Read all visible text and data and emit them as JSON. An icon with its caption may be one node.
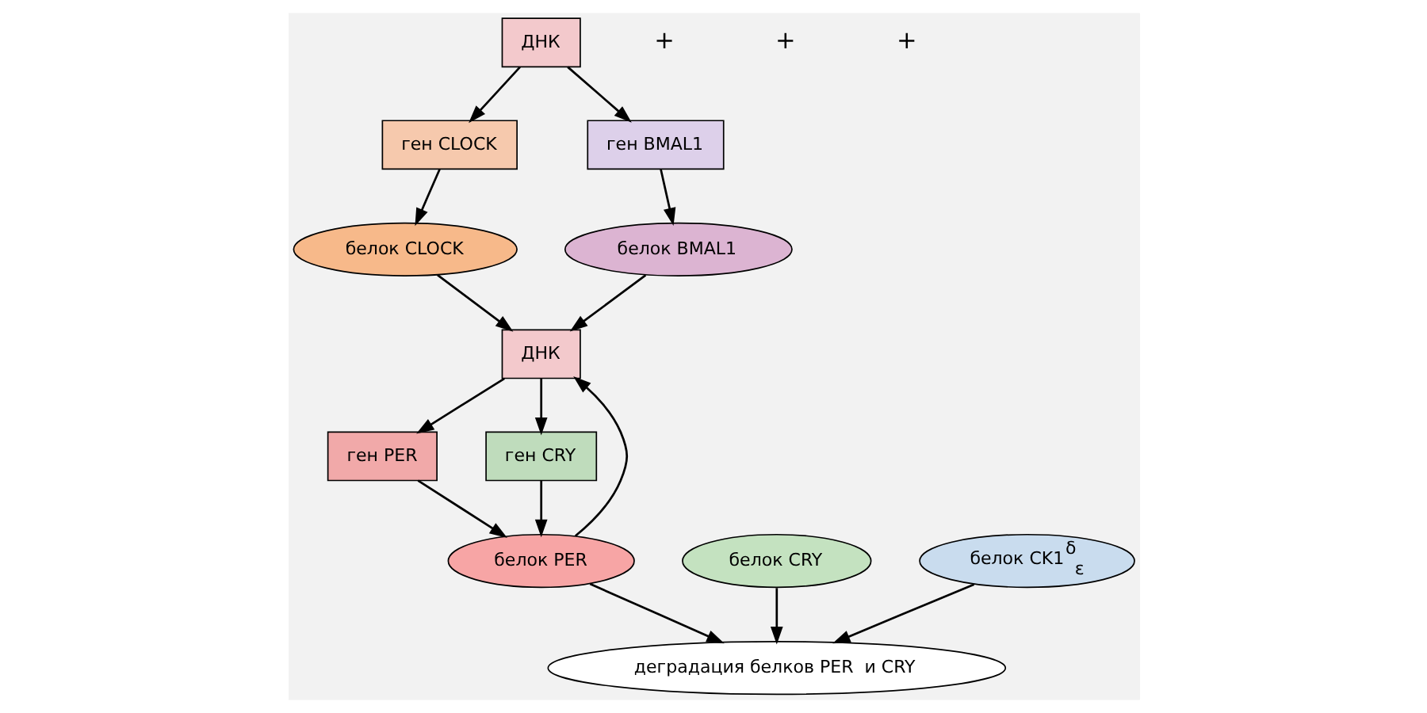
{
  "diagram": {
    "nodes": [
      {
        "text": [
          "ДНК"
        ]
      },
      {
        "text": [
          "ген CLOCK"
        ]
      },
      {
        "text": [
          "ген BMAL1"
        ]
      },
      {
        "text": [
          "белок CLOCK"
        ]
      },
      {
        "text": [
          "белок BMAL1"
        ]
      },
      {
        "text": [
          "ДНК"
        ]
      },
      {
        "text": [
          "ген PER"
        ]
      },
      {
        "text": [
          "ген CRY"
        ]
      },
      {
        "text": [
          "белок PER"
        ]
      },
      {
        "text": [
          "белок CRY"
        ]
      },
      {
        "text": [
          "белок CK1$^{δ}$$_{ε}$"
        ]
      },
      {
        "text": [
          "деградация белков PER  и CRY"
        ]
      }
    ],
    "edges": [
      {
        "from": 0,
        "to": 1,
        "arrow": "to"
      },
      {
        "from": 0,
        "to": 2,
        "arrow": "to"
      },
      {
        "from": 1,
        "to": 3,
        "arrow": "to"
      },
      {
        "from": 2,
        "to": 4,
        "arrow": "to"
      },
      {
        "from": 3,
        "to": 5,
        "arrow": "to"
      },
      {
        "from": 4,
        "to": 5,
        "arrow": "to"
      },
      {
        "from": 8,
        "to": 5,
        "arrow": "to"
      },
      {
        "from": 5,
        "to": 6,
        "arrow": "to"
      },
      {
        "from": 5,
        "to": 7,
        "arrow": "to"
      },
      {
        "from": 6,
        "to": 8,
        "arrow": "to"
      },
      {
        "from": 7,
        "to": 8,
        "arrow": "to"
      },
      {
        "from": 10,
        "to": 11,
        "arrow": "to"
      },
      {
        "from": 9,
        "to": 11,
        "arrow": "to"
      },
      {
        "from": 8,
        "to": 11,
        "arrow": "to"
      }
    ],
    "labels": [
      "+",
      "+",
      "+"
    ]
  }
}
